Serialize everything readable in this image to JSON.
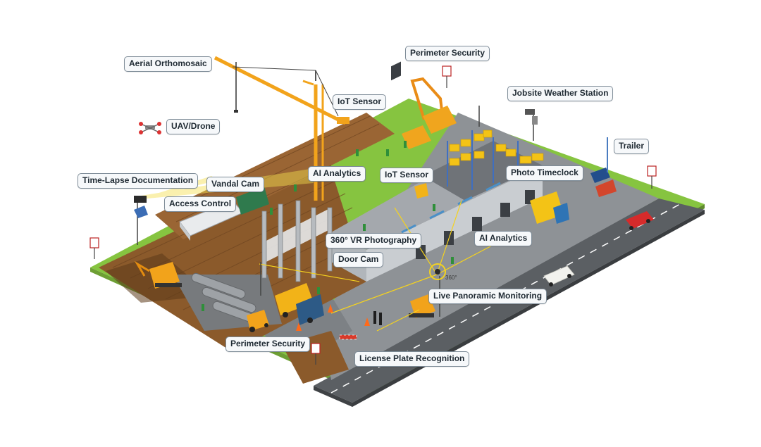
{
  "callouts": {
    "aerial_orthomosaic": "Aerial Orthomosaic",
    "perimeter_security_top": "Perimeter Security",
    "iot_sensor_crane": "IoT Sensor",
    "jobsite_weather_station": "Jobsite Weather Station",
    "uav_drone": "UAV/Drone",
    "trailer": "Trailer",
    "time_lapse_documentation": "Time-Lapse Documentation",
    "vandal_cam": "Vandal Cam",
    "ai_analytics_left": "AI Analytics",
    "iot_sensor_mid": "IoT Sensor",
    "photo_timeclock": "Photo Timeclock",
    "access_control": "Access Control",
    "vr_photography": "360° VR Photography",
    "ai_analytics_right": "AI Analytics",
    "door_cam": "Door Cam",
    "live_panoramic_monitoring": "Live Panoramic Monitoring",
    "perimeter_security_bottom": "Perimeter Security",
    "license_plate_recognition": "License Plate Recognition"
  },
  "panoramic_tag": "360°",
  "colors": {
    "grass": "#86c440",
    "road": "#5b5f63",
    "lot": "#8e9296",
    "dirt": "#8b5a2b",
    "building": "#d6d9dc",
    "crane": "#f2a31b",
    "camera_beam": "#f4e04d",
    "callout_border": "#7e8c98"
  }
}
